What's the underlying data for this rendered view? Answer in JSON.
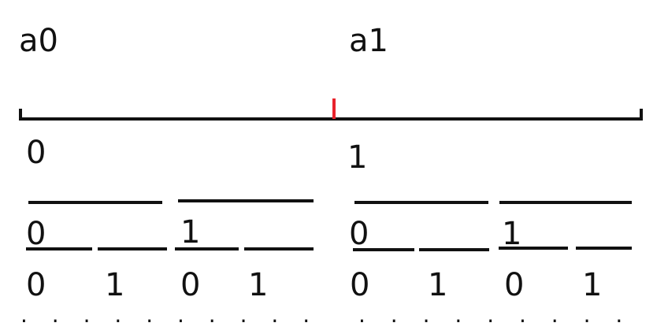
{
  "headers": {
    "left": "a0",
    "right": "a1"
  },
  "colors": {
    "line": "#111111",
    "divider": "#e8232c"
  },
  "level1": {
    "left": "0",
    "right": "1"
  },
  "level2": {
    "left_a": "0",
    "left_b": "1",
    "right_a": "0",
    "right_b": "1"
  },
  "level3": {
    "l0": "0",
    "l1": "1",
    "l2": "0",
    "l3": "1",
    "r0": "0",
    "r1": "1",
    "r2": "0",
    "r3": "1"
  },
  "ellipsis": {
    "left": ". . . . . . . . . .",
    "right": ". . . . . . . . ."
  }
}
